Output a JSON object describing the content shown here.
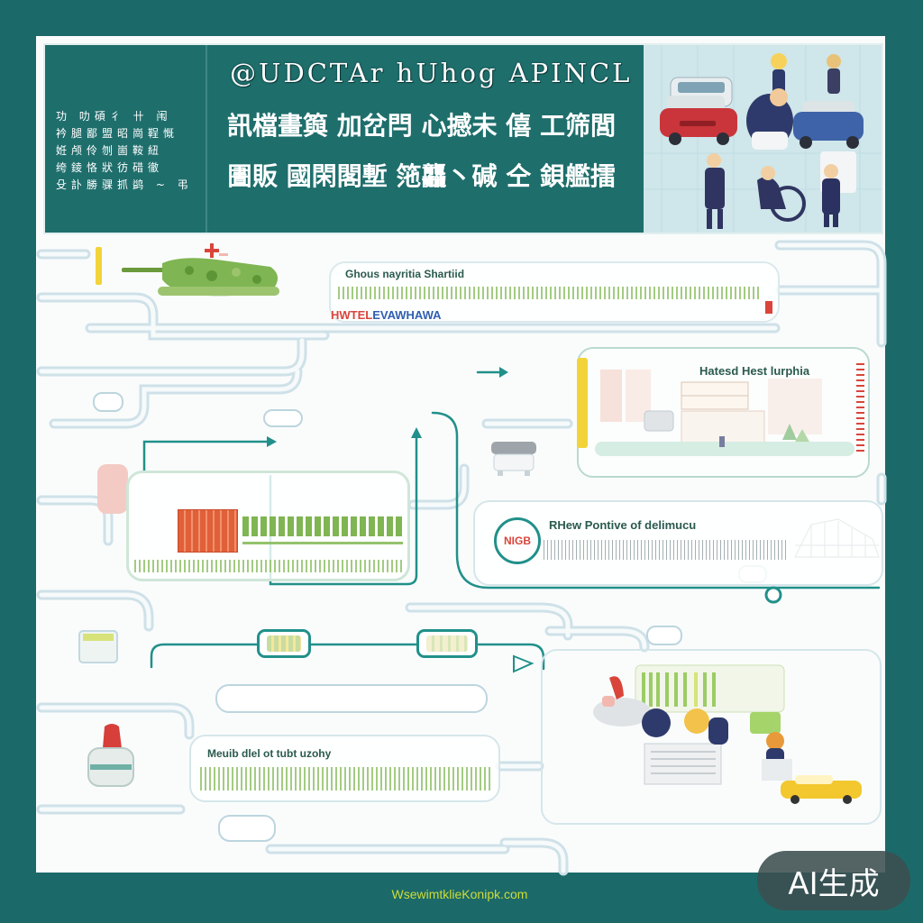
{
  "header": {
    "title_line1": "@UDCTAr hUhog APINCL",
    "title_line2": "訊檔畫籅 加岔閂 心撼未 僖 工筛閭",
    "title_line3": "圕販 國閑閣塹 筂龘丶碱 仝 鋇艦擂",
    "side_lines": [
      "功 叻碩彳 卄 闱",
      "衿腿鄙盟昭崗鞓慨",
      "姙颅伶刎崮鞍紐",
      "绔錂恪狀彷碏徹",
      "殳訃勝骒抓鹢 ~ 弔"
    ]
  },
  "cards": {
    "top": {
      "title": "Ghous nayritia Shartiid",
      "label_red": "HWTEL",
      "label_blue": "EVAWHAWA"
    },
    "right": {
      "title": "Hatesd Hest lurphia"
    },
    "middle": {
      "badge": "NIGB",
      "title": "RHew Pontive of delimucu"
    },
    "bottom_left": {
      "title": "Meuib dlel ot tubt uzohy"
    }
  },
  "footer": {
    "url": "WsewimtklieKonipk.com"
  },
  "watermark": {
    "label": "AI生成"
  },
  "icons": [
    "red-car-icon",
    "blue-car-icon",
    "van-icon",
    "person-icon",
    "wheelchair-icon",
    "tank-icon",
    "red-cross-icon",
    "stapler-icon",
    "yellow-car-icon"
  ],
  "colors": {
    "background": "#1b6a69",
    "header": "#1e6e6c",
    "connector": "#21908a",
    "accent_red": "#d9453b",
    "accent_blue": "#2f5fb0",
    "accent_yellow": "#f2d43a",
    "accent_green": "#7fb552",
    "footer_text": "#cddc39"
  }
}
